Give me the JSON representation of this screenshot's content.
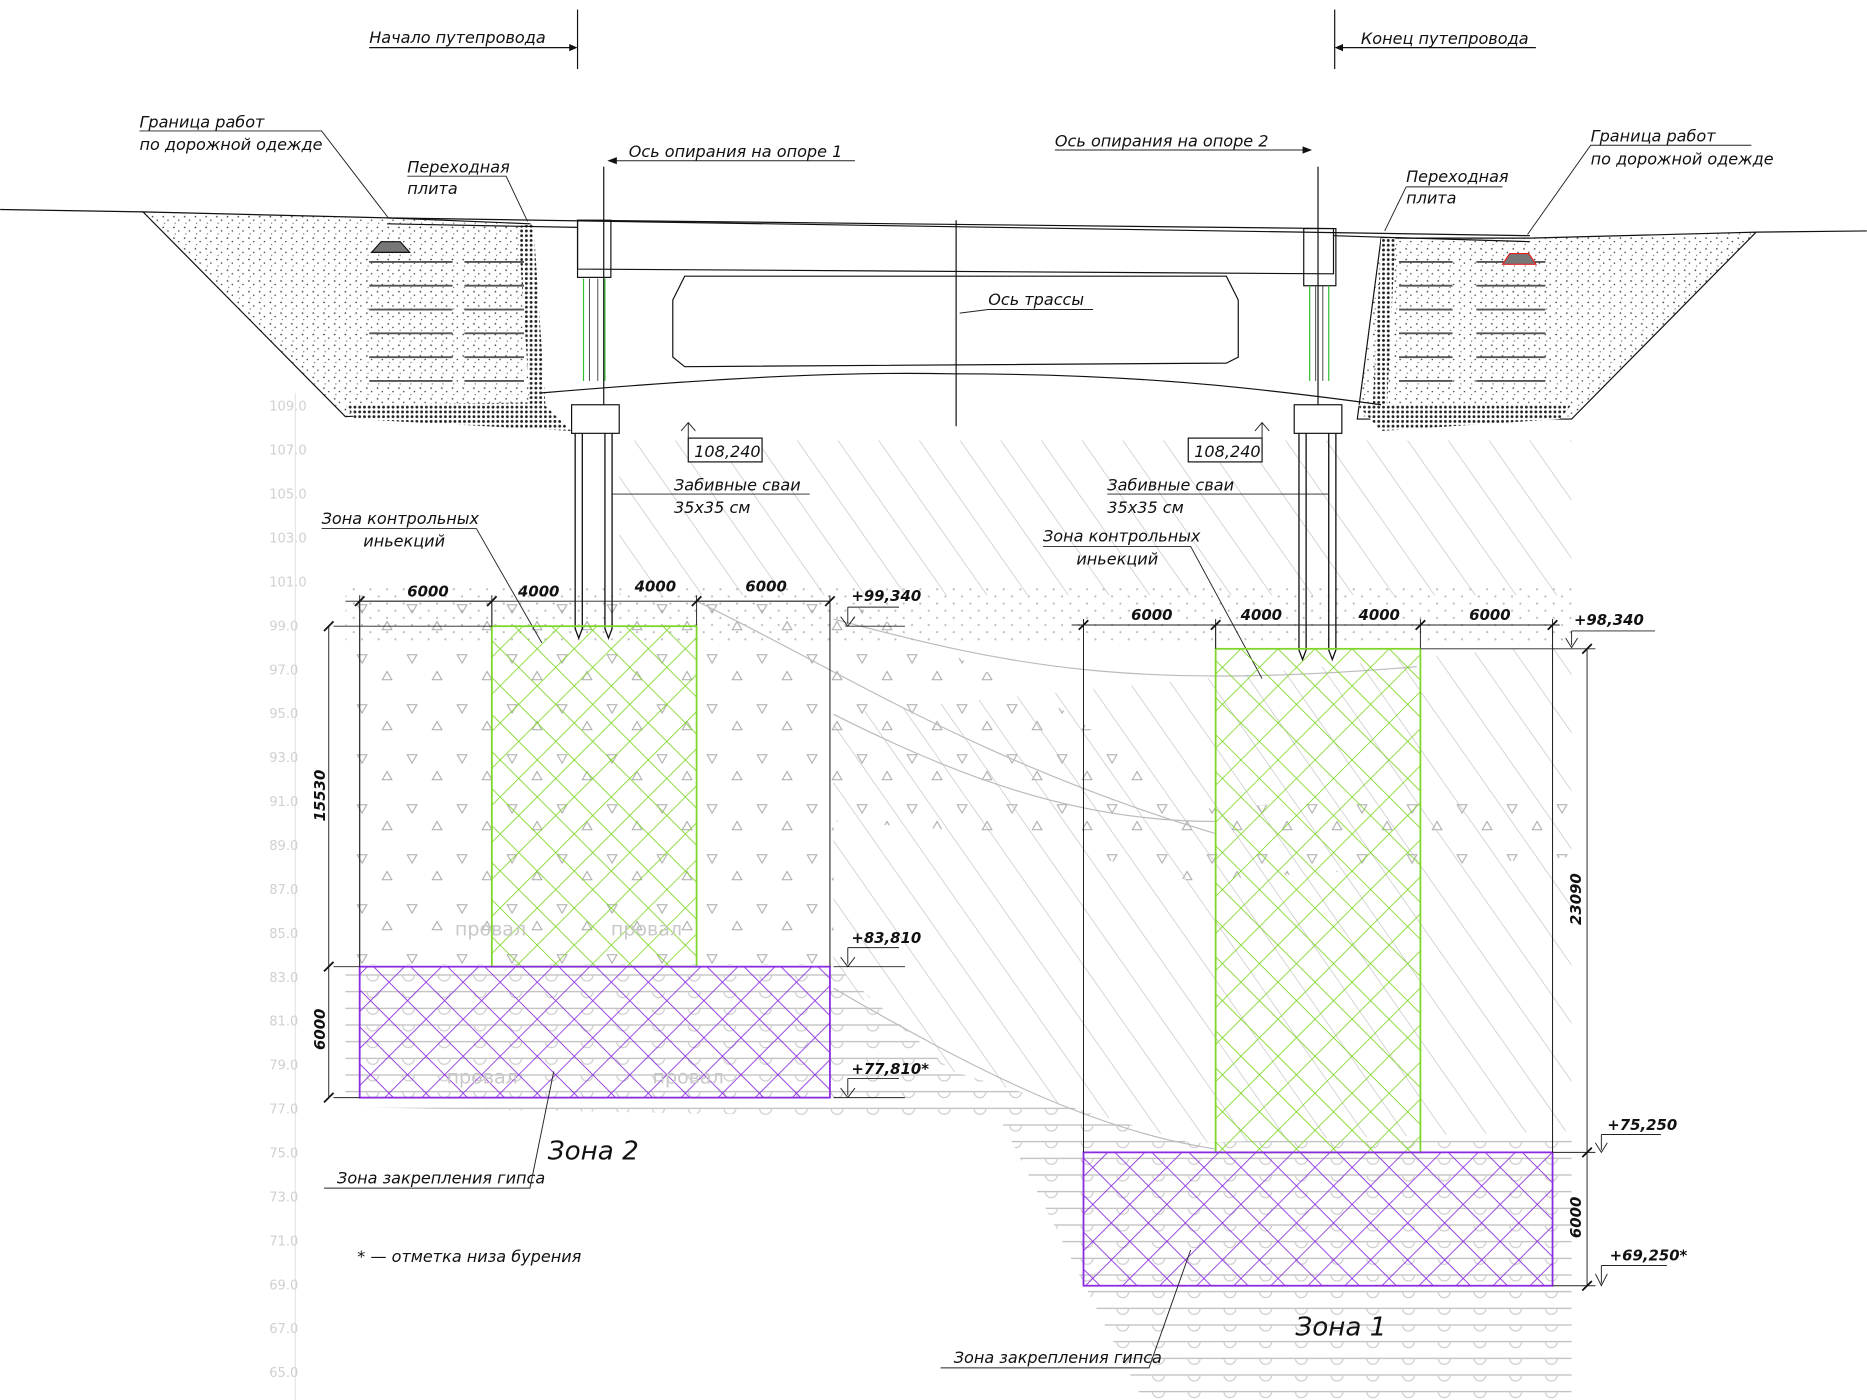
{
  "header": {
    "start_label": "Начало путепровода",
    "end_label": "Конец путепровода"
  },
  "annotations": {
    "work_boundary_left_1": "Граница работ",
    "work_boundary_left_2": "по дорожной одежде",
    "work_boundary_right_1": "Граница работ",
    "work_boundary_right_2": "по дорожной одежде",
    "transition_slab_left_1": "Переходная",
    "transition_slab_left_2": "плита",
    "transition_slab_right_1": "Переходная",
    "transition_slab_right_2": "плита",
    "support_axis_1": "Ось опирания на опоре 1",
    "support_axis_2": "Ось опирания на опоре 2",
    "route_axis": "Ось трассы",
    "elev_left": "108,240",
    "elev_right": "108,240",
    "piles_left_1": "Забивные сваи",
    "piles_left_2": "35x35 см",
    "piles_right_1": "Забивные сваи",
    "piles_right_2": "35x35 см",
    "control_zone_left_1": "Зона контрольных",
    "control_zone_left_2": "иньекций",
    "control_zone_right_1": "Зона контрольных",
    "control_zone_right_2": "иньекций",
    "zone2": "Зона 2",
    "zone1": "Зона 1",
    "gypsum_zone_left": "Зона закрепления гипса",
    "gypsum_zone_right": "Зона закрепления гипса",
    "footnote": "* — отметка низа бурения",
    "sinkhole": "провал"
  },
  "dimensions": {
    "left": {
      "widths": [
        "6000",
        "4000",
        "4000",
        "6000"
      ],
      "top_elev": "+99,340",
      "mid_elev": "+83,810",
      "bottom_elev": "+77,810*",
      "height_upper": "15530",
      "height_lower": "6000"
    },
    "right": {
      "widths": [
        "6000",
        "4000",
        "4000",
        "6000"
      ],
      "top_elev": "+98,340",
      "mid_elev": "+75,250",
      "bottom_elev": "+69,250*",
      "height_upper": "23090",
      "height_lower": "6000"
    }
  },
  "elevation_scale": [
    "109.0",
    "107.0",
    "105.0",
    "103.0",
    "101.0",
    "99.0",
    "97.0",
    "95.0",
    "93.0",
    "91.0",
    "89.0",
    "87.0",
    "85.0",
    "83.0",
    "81.0",
    "79.0",
    "77.0",
    "75.0",
    "73.0",
    "71.0",
    "69.0",
    "67.0",
    "65.0"
  ],
  "colors": {
    "control_injection_zone": "#7fd62a",
    "gypsum_fix_zone": "#8a2be2",
    "drawing_line": "#111111",
    "soil_hatch": "#bbbbbb"
  }
}
